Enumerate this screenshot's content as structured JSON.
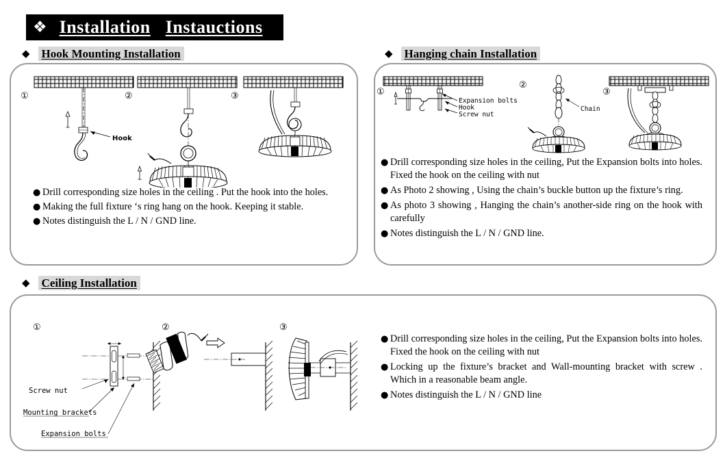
{
  "title": {
    "bullet_icon": "four-diamonds",
    "word1": "Installation",
    "word2": "Instauctions"
  },
  "sections": [
    {
      "id": "hook",
      "heading": "Hook Mounting Installation",
      "bullet_icon": "diamond",
      "steps": [
        "①",
        "②",
        "③"
      ],
      "diagram_labels": [
        "Hook"
      ],
      "bullets": [
        "Drill corresponding size holes in the ceiling . Put the hook into the holes.",
        "Making the full fixture ‘s ring hang on the hook. Keeping it stable.",
        "Notes distinguish the L / N / GND line."
      ]
    },
    {
      "id": "chain",
      "heading": "Hanging chain Installation",
      "bullet_icon": "diamond",
      "steps": [
        "①",
        "②",
        "③"
      ],
      "diagram_labels": [
        "Expansion bolts",
        "Hook",
        "Screw nut",
        "Chain"
      ],
      "bullets": [
        "Drill corresponding size holes in  the ceiling,  Put the Expansion bolts into holes. Fixed the hook on the ceiling with nut",
        "As Photo 2 showing , Using the chain’s buckle button up the fixture’s ring.",
        "As photo 3 showing , Hanging the chain’s another-side ring on the hook with carefully",
        "Notes distinguish the L / N / GND line."
      ]
    },
    {
      "id": "ceiling",
      "heading": "Ceiling Installation",
      "bullet_icon": "diamond",
      "steps": [
        "①",
        "②",
        "③"
      ],
      "diagram_labels": [
        "Screw nut",
        "Mounting brackets",
        "Expansion bolts"
      ],
      "bullets": [
        "Drill corresponding size holes in  the ceiling,  Put the Expansion bolts into holes. Fixed the hook on the ceiling with nut",
        "Locking up  the  fixture’s  bracket  and  Wall-mounting  bracket  with  screw . Which in a reasonable beam angle.",
        "Notes distinguish the L / N / GND line"
      ]
    }
  ],
  "colors": {
    "panel_border": "#9a9a9a",
    "title_bar_bg": "#000000",
    "title_text": "#ffffff",
    "heading_highlight": "#d8d8d8",
    "ink": "#000000",
    "ceiling_fill": "#f4f4f2"
  }
}
